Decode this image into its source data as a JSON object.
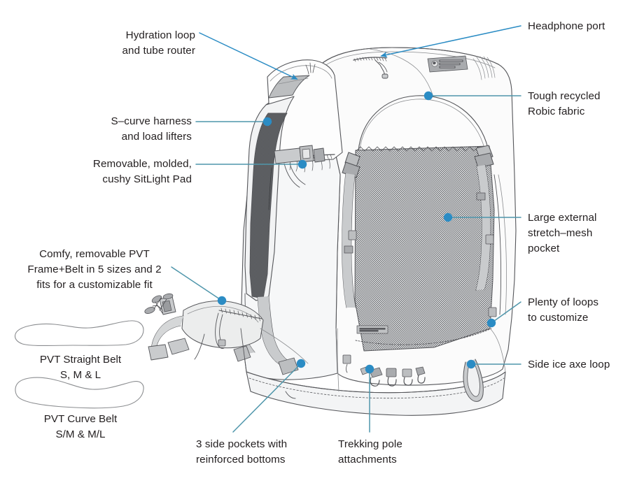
{
  "diagram": {
    "subject": "backpack technical illustration with feature callouts",
    "accent_line_color": "#4f96ab",
    "accent_dot_color": "#2b8cc4",
    "arrow_color": "#2b8cc4",
    "text_color": "#231f20",
    "line_art_color": "#55565a",
    "mesh_fill": "#8d8f92",
    "strap_fill": "#c9cbcd",
    "body_fill": "#fbfbfb"
  },
  "callouts": [
    {
      "id": "hydration-loop",
      "label": "Hydration loop\nand tube router",
      "align": "right",
      "connector": "arrow"
    },
    {
      "id": "s-curve-harness",
      "label": "S–curve harness\nand load lifters",
      "align": "right",
      "connector": "dot"
    },
    {
      "id": "sitlight-pad",
      "label": "Removable, molded,\ncushy SitLight Pad",
      "align": "right",
      "connector": "dot"
    },
    {
      "id": "pvt-frame-belt",
      "label": "Comfy, removable PVT\nFrame+Belt in 5 sizes and 2\nfits for a customizable fit",
      "align": "center",
      "connector": "dot"
    },
    {
      "id": "headphone-port",
      "label": "Headphone port",
      "align": "left",
      "connector": "arrow"
    },
    {
      "id": "robic-fabric",
      "label": "Tough recycled\nRobic fabric",
      "align": "left",
      "connector": "dot"
    },
    {
      "id": "stretch-mesh-pocket",
      "label": "Large external\nstretch–mesh\npocket",
      "align": "left",
      "connector": "dot"
    },
    {
      "id": "loops-to-customize",
      "label": "Plenty of loops\nto customize",
      "align": "left",
      "connector": "dot"
    },
    {
      "id": "side-ice-axe-loop",
      "label": "Side ice axe loop",
      "align": "left",
      "connector": "dot"
    },
    {
      "id": "side-pockets",
      "label": "3 side pockets with\nreinforced bottoms",
      "align": "left",
      "connector": "dot"
    },
    {
      "id": "trekking-pole-attachments",
      "label": "Trekking pole\nattachments",
      "align": "left",
      "connector": "dot"
    }
  ],
  "legend": {
    "items": [
      {
        "id": "pvt-straight-belt",
        "shape": "straight",
        "caption": "PVT Straight Belt\nS, M & L"
      },
      {
        "id": "pvt-curve-belt",
        "shape": "curve",
        "caption": "PVT Curve Belt\nS/M & M/L"
      }
    ]
  }
}
